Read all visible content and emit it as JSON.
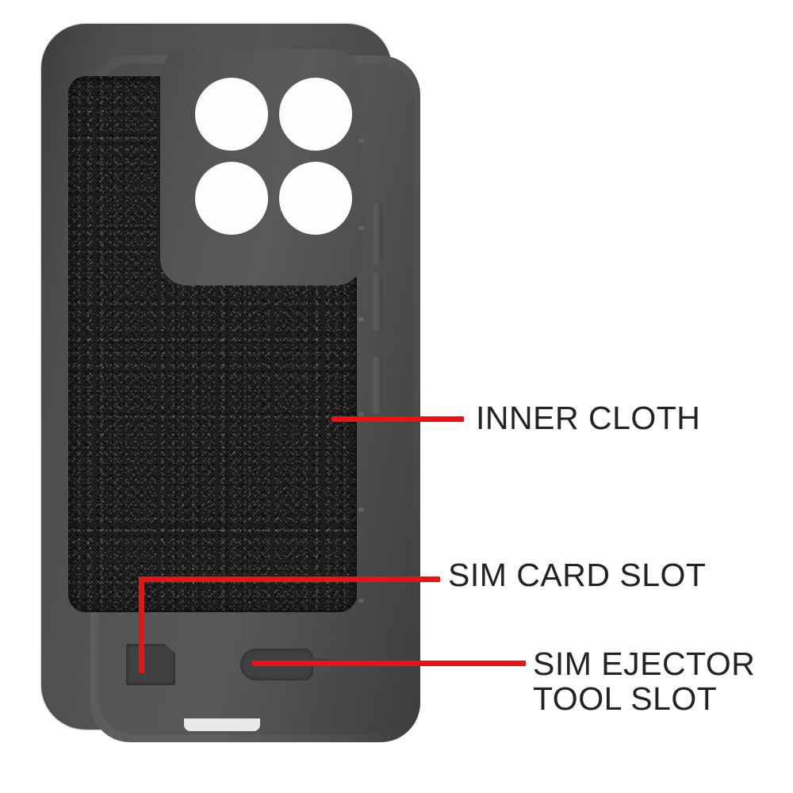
{
  "diagram": {
    "title": "Phone Case Interior Feature Callouts",
    "subject": "smartphone protective case, interior view",
    "background_color": "#ffffff",
    "leader_line_color": "#ee1111",
    "label_text_color": "#232323"
  },
  "callouts": [
    {
      "id": "inner-cloth",
      "label": "INNER CLOTH",
      "points_to": "microfiber lining panel",
      "leader_style": "straight-horizontal"
    },
    {
      "id": "sim-card-slot",
      "label": "SIM CARD SLOT",
      "points_to": "sim card silhouette near case bottom-left",
      "leader_style": "elbow"
    },
    {
      "id": "sim-ejector-tool-slot",
      "label": "SIM EJECTOR\nTOOL SLOT",
      "points_to": "ejector pin silhouette near case bottom-center",
      "leader_style": "straight-horizontal"
    }
  ],
  "case": {
    "body_color": "#4b4d4f",
    "rim_color": "#5a5c5e",
    "cloth_color": "#1d1d1d",
    "camera_panel_color": "#545658",
    "lens_color": "#fdfdfd",
    "camera_lens_count": 4,
    "camera_lens_layout": "2x2 grid",
    "side_buttons": [
      {
        "id": "volume-up",
        "name": "volume up button cutout"
      },
      {
        "id": "volume-down",
        "name": "volume down button cutout"
      },
      {
        "id": "power",
        "name": "power button cutout"
      }
    ],
    "bottom_notch": "bottom edge port cutout"
  }
}
